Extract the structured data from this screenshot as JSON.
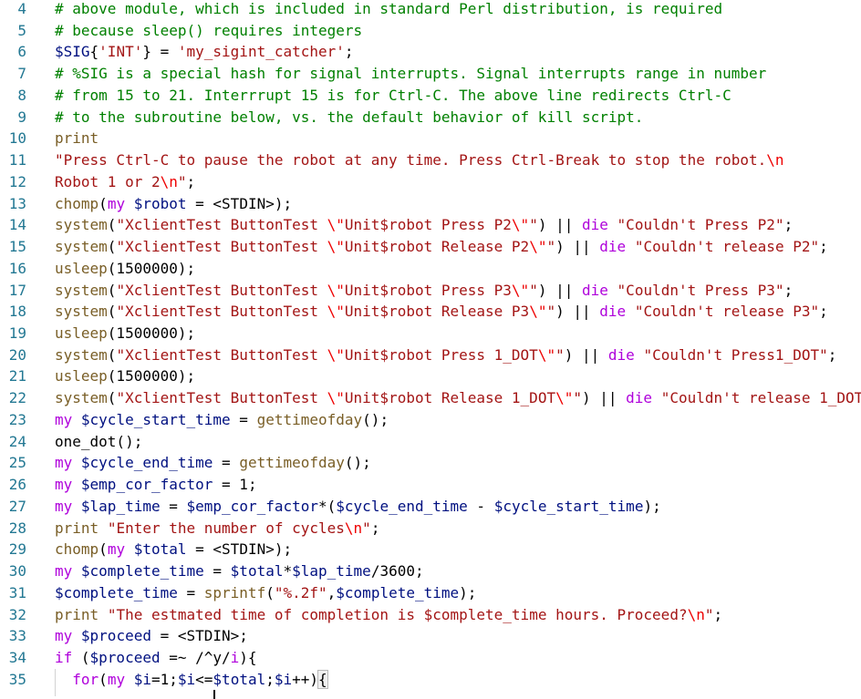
{
  "colors": {
    "comment": "#008000",
    "string": "#a31515",
    "escape": "#ee0000",
    "variable": "#001080",
    "function": "#795e26",
    "keyword": "#af00db",
    "line_number": "#237893"
  },
  "code": {
    "lines": [
      {
        "n": "4",
        "tokens": [
          {
            "c": "cm",
            "t": "# above module, which is included in standard Perl distribution, is required"
          }
        ]
      },
      {
        "n": "5",
        "tokens": [
          {
            "c": "cm",
            "t": "# because sleep() requires integers"
          }
        ]
      },
      {
        "n": "6",
        "tokens": [
          {
            "c": "vr",
            "t": "$SIG"
          },
          {
            "c": "op",
            "t": "{"
          },
          {
            "c": "st",
            "t": "'INT'"
          },
          {
            "c": "op",
            "t": "} = "
          },
          {
            "c": "st",
            "t": "'my_sigint_catcher'"
          },
          {
            "c": "op",
            "t": ";"
          }
        ]
      },
      {
        "n": "7",
        "tokens": [
          {
            "c": "cm",
            "t": "# %SIG is a special hash for signal interrupts. Signal interrupts range in number"
          }
        ]
      },
      {
        "n": "8",
        "tokens": [
          {
            "c": "cm",
            "t": "# from 15 to 21. Interrrupt 15 is for Ctrl-C. The above line redirects Ctrl-C"
          }
        ]
      },
      {
        "n": "9",
        "tokens": [
          {
            "c": "cm",
            "t": "# to the subroutine below, vs. the default behavior of kill script."
          }
        ]
      },
      {
        "n": "10",
        "tokens": [
          {
            "c": "fn",
            "t": "print"
          }
        ]
      },
      {
        "n": "11",
        "tokens": [
          {
            "c": "st",
            "t": "\"Press Ctrl-C to pause the robot at any time. Press Ctrl-Break to stop the robot."
          },
          {
            "c": "es",
            "t": "\\n"
          }
        ]
      },
      {
        "n": "12",
        "tokens": [
          {
            "c": "st",
            "t": "Robot 1 or 2"
          },
          {
            "c": "es",
            "t": "\\n"
          },
          {
            "c": "st",
            "t": "\""
          },
          {
            "c": "op",
            "t": ";"
          }
        ]
      },
      {
        "n": "13",
        "tokens": [
          {
            "c": "fn",
            "t": "chomp"
          },
          {
            "c": "op",
            "t": "("
          },
          {
            "c": "kw",
            "t": "my"
          },
          {
            "c": "op",
            "t": " "
          },
          {
            "c": "vr",
            "t": "$robot"
          },
          {
            "c": "op",
            "t": " = <STDIN>);"
          }
        ]
      },
      {
        "n": "14",
        "tokens": [
          {
            "c": "fn",
            "t": "system"
          },
          {
            "c": "op",
            "t": "("
          },
          {
            "c": "st",
            "t": "\"XclientTest ButtonTest "
          },
          {
            "c": "es",
            "t": "\\\""
          },
          {
            "c": "st",
            "t": "Unit$robot Press P2"
          },
          {
            "c": "es",
            "t": "\\\""
          },
          {
            "c": "st",
            "t": "\""
          },
          {
            "c": "op",
            "t": ") || "
          },
          {
            "c": "kw",
            "t": "die"
          },
          {
            "c": "op",
            "t": " "
          },
          {
            "c": "st",
            "t": "\"Couldn't Press P2\""
          },
          {
            "c": "op",
            "t": ";"
          }
        ]
      },
      {
        "n": "15",
        "tokens": [
          {
            "c": "fn",
            "t": "system"
          },
          {
            "c": "op",
            "t": "("
          },
          {
            "c": "st",
            "t": "\"XclientTest ButtonTest "
          },
          {
            "c": "es",
            "t": "\\\""
          },
          {
            "c": "st",
            "t": "Unit$robot Release P2"
          },
          {
            "c": "es",
            "t": "\\\""
          },
          {
            "c": "st",
            "t": "\""
          },
          {
            "c": "op",
            "t": ") || "
          },
          {
            "c": "kw",
            "t": "die"
          },
          {
            "c": "op",
            "t": " "
          },
          {
            "c": "st",
            "t": "\"Couldn't release P2\""
          },
          {
            "c": "op",
            "t": ";"
          }
        ]
      },
      {
        "n": "16",
        "tokens": [
          {
            "c": "fn",
            "t": "usleep"
          },
          {
            "c": "op",
            "t": "(1500000);"
          }
        ]
      },
      {
        "n": "17",
        "tokens": [
          {
            "c": "fn",
            "t": "system"
          },
          {
            "c": "op",
            "t": "("
          },
          {
            "c": "st",
            "t": "\"XclientTest ButtonTest "
          },
          {
            "c": "es",
            "t": "\\\""
          },
          {
            "c": "st",
            "t": "Unit$robot Press P3"
          },
          {
            "c": "es",
            "t": "\\\""
          },
          {
            "c": "st",
            "t": "\""
          },
          {
            "c": "op",
            "t": ") || "
          },
          {
            "c": "kw",
            "t": "die"
          },
          {
            "c": "op",
            "t": " "
          },
          {
            "c": "st",
            "t": "\"Couldn't Press P3\""
          },
          {
            "c": "op",
            "t": ";"
          }
        ]
      },
      {
        "n": "18",
        "tokens": [
          {
            "c": "fn",
            "t": "system"
          },
          {
            "c": "op",
            "t": "("
          },
          {
            "c": "st",
            "t": "\"XclientTest ButtonTest "
          },
          {
            "c": "es",
            "t": "\\\""
          },
          {
            "c": "st",
            "t": "Unit$robot Release P3"
          },
          {
            "c": "es",
            "t": "\\\""
          },
          {
            "c": "st",
            "t": "\""
          },
          {
            "c": "op",
            "t": ") || "
          },
          {
            "c": "kw",
            "t": "die"
          },
          {
            "c": "op",
            "t": " "
          },
          {
            "c": "st",
            "t": "\"Couldn't release P3\""
          },
          {
            "c": "op",
            "t": ";"
          }
        ]
      },
      {
        "n": "19",
        "tokens": [
          {
            "c": "fn",
            "t": "usleep"
          },
          {
            "c": "op",
            "t": "(1500000);"
          }
        ]
      },
      {
        "n": "20",
        "tokens": [
          {
            "c": "fn",
            "t": "system"
          },
          {
            "c": "op",
            "t": "("
          },
          {
            "c": "st",
            "t": "\"XclientTest ButtonTest "
          },
          {
            "c": "es",
            "t": "\\\""
          },
          {
            "c": "st",
            "t": "Unit$robot Press 1_DOT"
          },
          {
            "c": "es",
            "t": "\\\""
          },
          {
            "c": "st",
            "t": "\""
          },
          {
            "c": "op",
            "t": ") || "
          },
          {
            "c": "kw",
            "t": "die"
          },
          {
            "c": "op",
            "t": " "
          },
          {
            "c": "st",
            "t": "\"Couldn't Press1_DOT\""
          },
          {
            "c": "op",
            "t": ";"
          }
        ]
      },
      {
        "n": "21",
        "tokens": [
          {
            "c": "fn",
            "t": "usleep"
          },
          {
            "c": "op",
            "t": "(1500000);"
          }
        ]
      },
      {
        "n": "22",
        "tokens": [
          {
            "c": "fn",
            "t": "system"
          },
          {
            "c": "op",
            "t": "("
          },
          {
            "c": "st",
            "t": "\"XclientTest ButtonTest "
          },
          {
            "c": "es",
            "t": "\\\""
          },
          {
            "c": "st",
            "t": "Unit$robot Release 1_DOT"
          },
          {
            "c": "es",
            "t": "\\\""
          },
          {
            "c": "st",
            "t": "\""
          },
          {
            "c": "op",
            "t": ") || "
          },
          {
            "c": "kw",
            "t": "die"
          },
          {
            "c": "op",
            "t": " "
          },
          {
            "c": "st",
            "t": "\"Couldn't release 1_DOT"
          }
        ]
      },
      {
        "n": "23",
        "tokens": [
          {
            "c": "kw",
            "t": "my"
          },
          {
            "c": "op",
            "t": " "
          },
          {
            "c": "vr",
            "t": "$cycle_start_time"
          },
          {
            "c": "op",
            "t": " = "
          },
          {
            "c": "fn",
            "t": "gettimeofday"
          },
          {
            "c": "op",
            "t": "();"
          }
        ]
      },
      {
        "n": "24",
        "tokens": [
          {
            "c": "op",
            "t": "one_dot();"
          }
        ]
      },
      {
        "n": "25",
        "tokens": [
          {
            "c": "kw",
            "t": "my"
          },
          {
            "c": "op",
            "t": " "
          },
          {
            "c": "vr",
            "t": "$cycle_end_time"
          },
          {
            "c": "op",
            "t": " = "
          },
          {
            "c": "fn",
            "t": "gettimeofday"
          },
          {
            "c": "op",
            "t": "();"
          }
        ]
      },
      {
        "n": "26",
        "tokens": [
          {
            "c": "kw",
            "t": "my"
          },
          {
            "c": "op",
            "t": " "
          },
          {
            "c": "vr",
            "t": "$emp_cor_factor"
          },
          {
            "c": "op",
            "t": " = 1;"
          }
        ]
      },
      {
        "n": "27",
        "tokens": [
          {
            "c": "kw",
            "t": "my"
          },
          {
            "c": "op",
            "t": " "
          },
          {
            "c": "vr",
            "t": "$lap_time"
          },
          {
            "c": "op",
            "t": " = "
          },
          {
            "c": "vr",
            "t": "$emp_cor_factor"
          },
          {
            "c": "op",
            "t": "*("
          },
          {
            "c": "vr",
            "t": "$cycle_end_time"
          },
          {
            "c": "op",
            "t": " - "
          },
          {
            "c": "vr",
            "t": "$cycle_start_time"
          },
          {
            "c": "op",
            "t": ");"
          }
        ]
      },
      {
        "n": "28",
        "tokens": [
          {
            "c": "fn",
            "t": "print"
          },
          {
            "c": "op",
            "t": " "
          },
          {
            "c": "st",
            "t": "\"Enter the number of cycles"
          },
          {
            "c": "es",
            "t": "\\n"
          },
          {
            "c": "st",
            "t": "\""
          },
          {
            "c": "op",
            "t": ";"
          }
        ]
      },
      {
        "n": "29",
        "tokens": [
          {
            "c": "fn",
            "t": "chomp"
          },
          {
            "c": "op",
            "t": "("
          },
          {
            "c": "kw",
            "t": "my"
          },
          {
            "c": "op",
            "t": " "
          },
          {
            "c": "vr",
            "t": "$total"
          },
          {
            "c": "op",
            "t": " = <STDIN>);"
          }
        ]
      },
      {
        "n": "30",
        "tokens": [
          {
            "c": "kw",
            "t": "my"
          },
          {
            "c": "op",
            "t": " "
          },
          {
            "c": "vr",
            "t": "$complete_time"
          },
          {
            "c": "op",
            "t": " = "
          },
          {
            "c": "vr",
            "t": "$total"
          },
          {
            "c": "op",
            "t": "*"
          },
          {
            "c": "vr",
            "t": "$lap_time"
          },
          {
            "c": "op",
            "t": "/3600;"
          }
        ]
      },
      {
        "n": "31",
        "tokens": [
          {
            "c": "vr",
            "t": "$complete_time"
          },
          {
            "c": "op",
            "t": " = "
          },
          {
            "c": "fn",
            "t": "sprintf"
          },
          {
            "c": "op",
            "t": "("
          },
          {
            "c": "st",
            "t": "\"%.2f\""
          },
          {
            "c": "op",
            "t": ","
          },
          {
            "c": "vr",
            "t": "$complete_time"
          },
          {
            "c": "op",
            "t": ");"
          }
        ]
      },
      {
        "n": "32",
        "tokens": [
          {
            "c": "fn",
            "t": "print"
          },
          {
            "c": "op",
            "t": " "
          },
          {
            "c": "st",
            "t": "\"The estmated time of completion is $complete_time hours. Proceed?"
          },
          {
            "c": "es",
            "t": "\\n"
          },
          {
            "c": "st",
            "t": "\""
          },
          {
            "c": "op",
            "t": ";"
          }
        ]
      },
      {
        "n": "33",
        "tokens": [
          {
            "c": "kw",
            "t": "my"
          },
          {
            "c": "op",
            "t": " "
          },
          {
            "c": "vr",
            "t": "$proceed"
          },
          {
            "c": "op",
            "t": " = <STDIN>;"
          }
        ]
      },
      {
        "n": "34",
        "tokens": [
          {
            "c": "kw",
            "t": "if"
          },
          {
            "c": "op",
            "t": " ("
          },
          {
            "c": "vr",
            "t": "$proceed"
          },
          {
            "c": "op",
            "t": " =~ /^y/"
          },
          {
            "c": "kw",
            "t": "i"
          },
          {
            "c": "op",
            "t": "){"
          }
        ]
      },
      {
        "n": "35",
        "tokens": [
          {
            "c": "op",
            "t": "  "
          },
          {
            "c": "kw",
            "t": "for"
          },
          {
            "c": "op",
            "t": "("
          },
          {
            "c": "kw",
            "t": "my"
          },
          {
            "c": "op",
            "t": " "
          },
          {
            "c": "vr",
            "t": "$i"
          },
          {
            "c": "op",
            "t": "=1;"
          },
          {
            "c": "vr",
            "t": "$i"
          },
          {
            "c": "op",
            "t": "<="
          },
          {
            "c": "vr",
            "t": "$total"
          },
          {
            "c": "op",
            "t": ";"
          },
          {
            "c": "vr",
            "t": "$i"
          },
          {
            "c": "op",
            "t": "++)"
          },
          {
            "c": "brk",
            "t": "{"
          }
        ]
      }
    ]
  }
}
